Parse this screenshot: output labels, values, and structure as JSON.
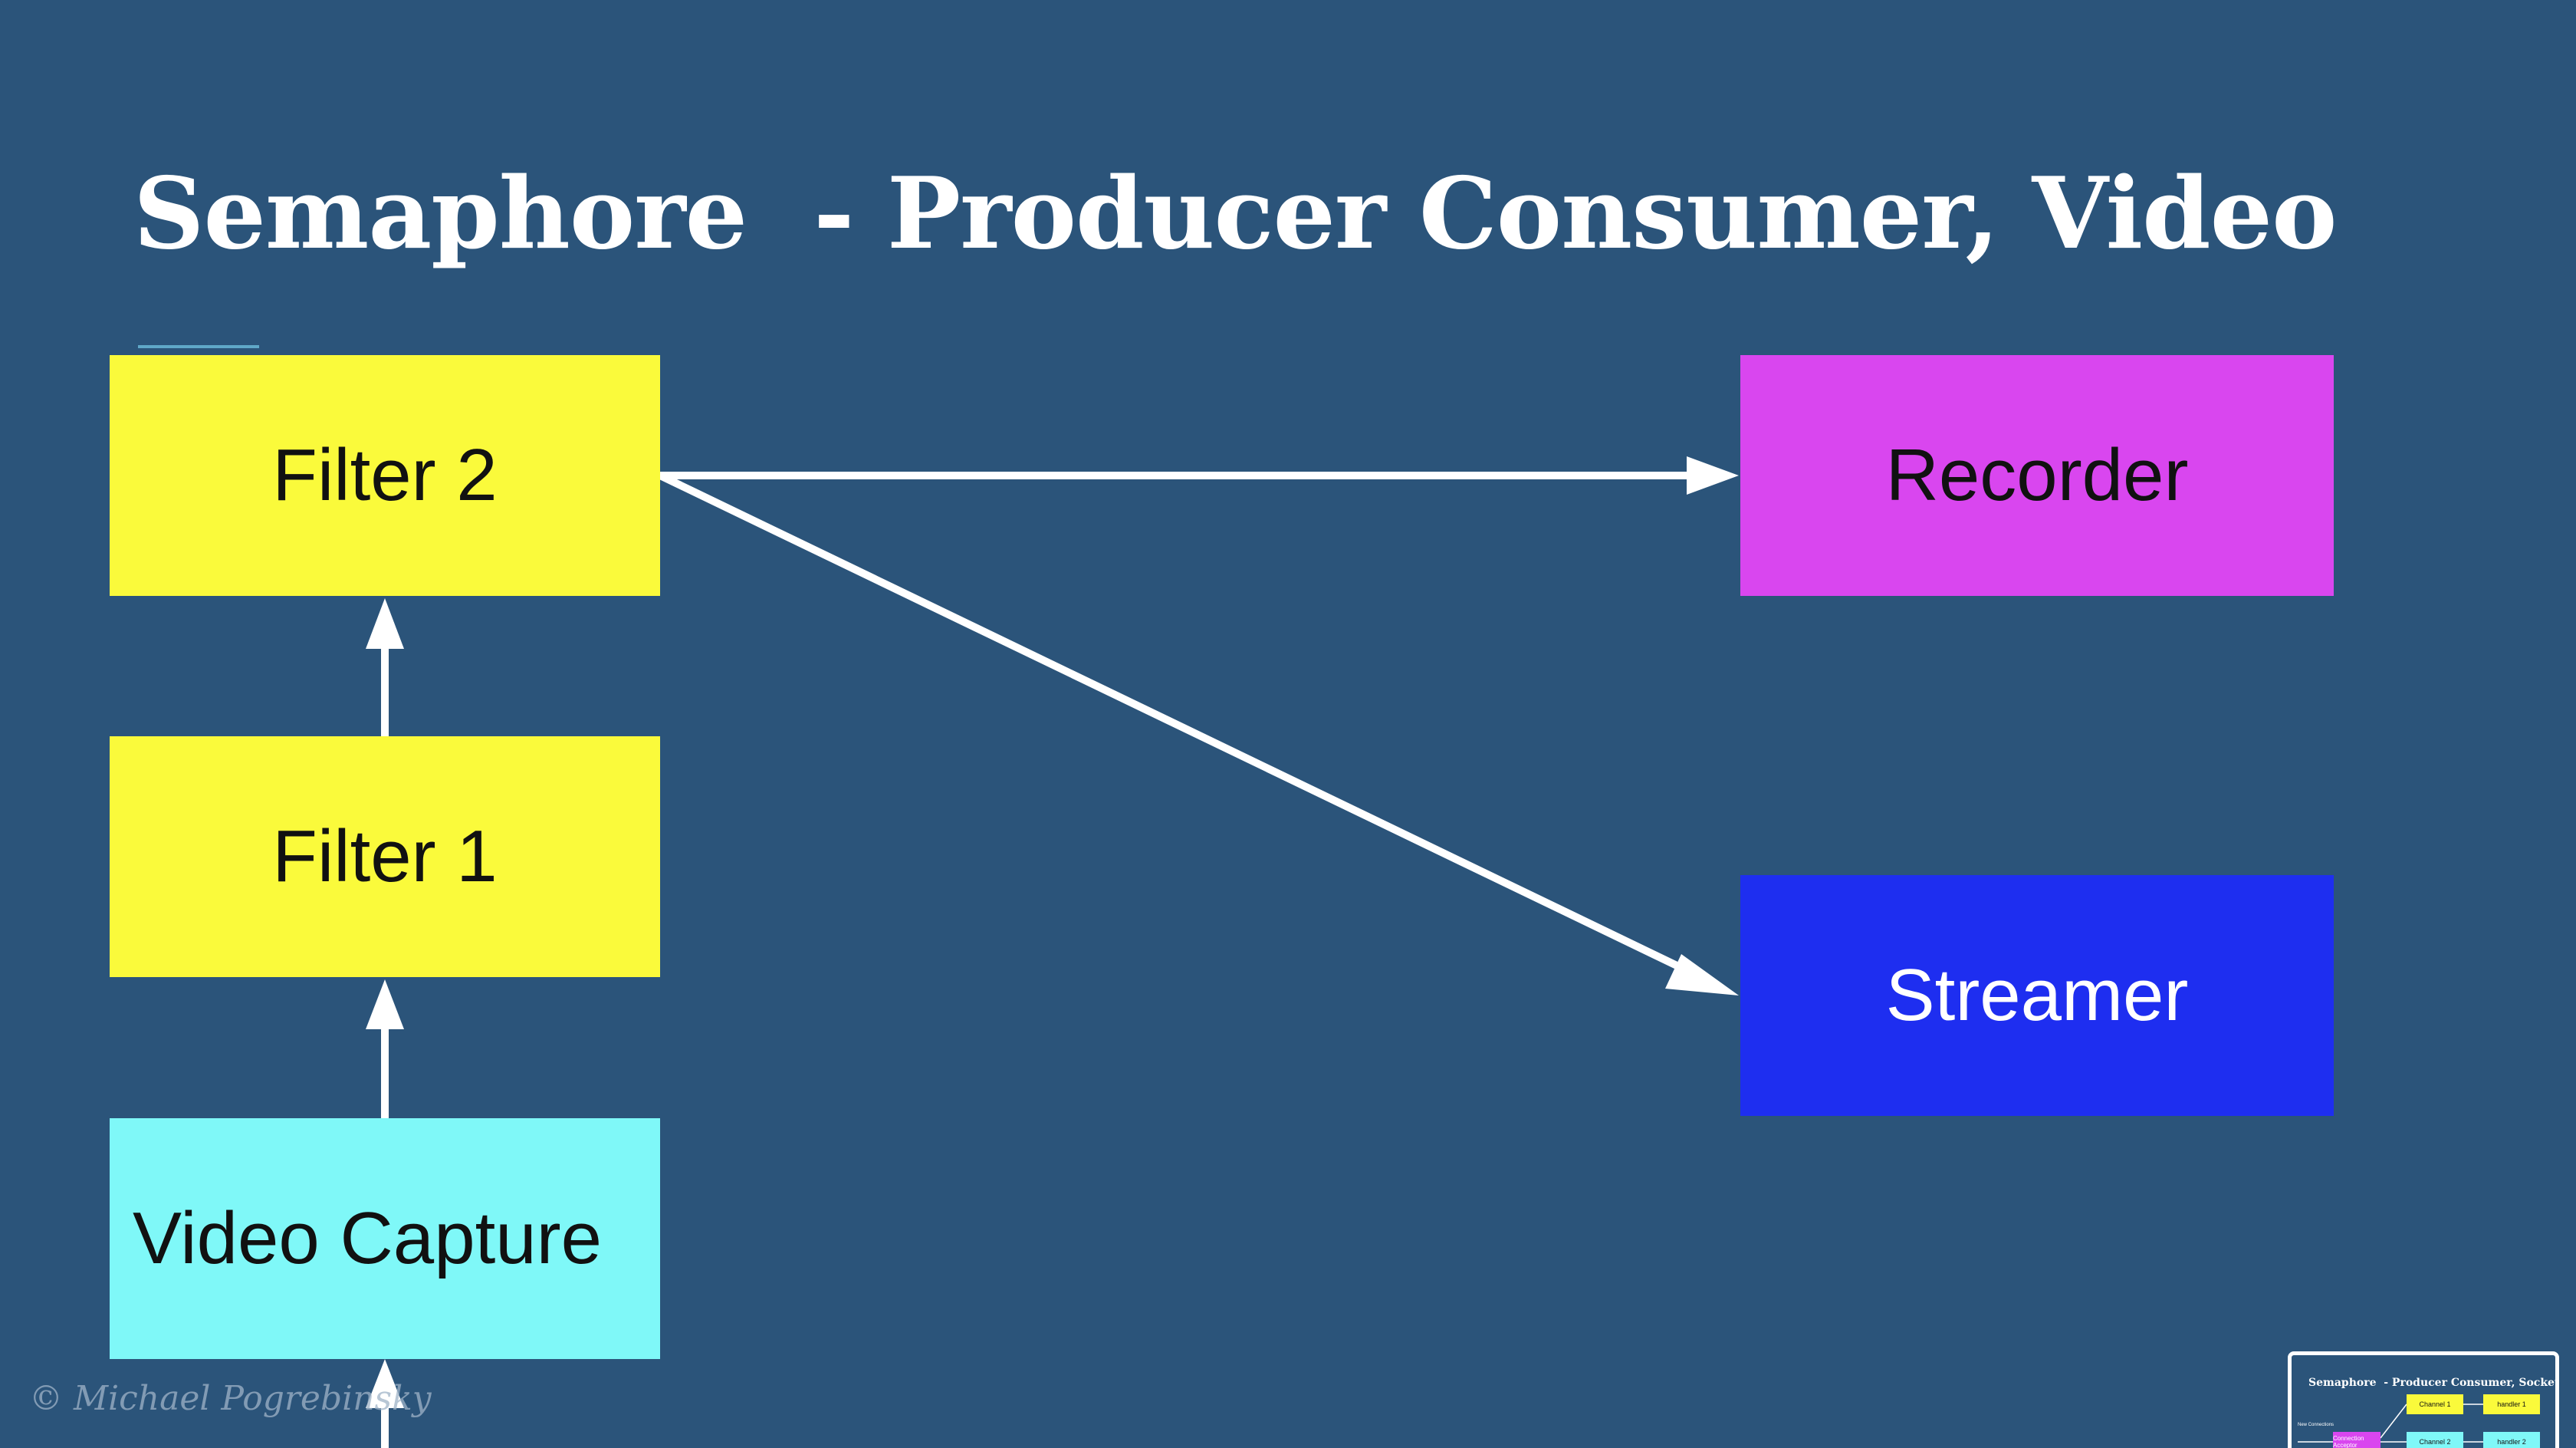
{
  "slide": {
    "title": "Semaphore  - Producer Consumer, Video",
    "copyright": "© Michael Pogrebinsky"
  },
  "nodes": {
    "filter2": "Filter 2",
    "filter1": "Filter 1",
    "video_capture": "Video Capture",
    "recorder": "Recorder",
    "streamer": "Streamer"
  },
  "edges": [
    {
      "from": "Video Capture",
      "to": "Filter 1"
    },
    {
      "from": "Filter 1",
      "to": "Filter 2"
    },
    {
      "from": "Filter 2",
      "to": "Recorder"
    },
    {
      "from": "Filter 2",
      "to": "Streamer"
    }
  ],
  "colors": {
    "background": "#2b547a",
    "filter": "#fafa3b",
    "video_capture": "#7ff8f8",
    "recorder": "#d946ef",
    "streamer": "#1e2ef0",
    "arrow": "#ffffff"
  },
  "thumbnail": {
    "title": "Semaphore  - Producer Consumer, Sockets",
    "left_label": "New Connections",
    "boxes": {
      "channel1": "Channel 1",
      "handler1": "handler 1",
      "channel2": "Channel 2",
      "handler2": "handler 2",
      "connection_acceptor": "Connection Acceptor"
    }
  }
}
